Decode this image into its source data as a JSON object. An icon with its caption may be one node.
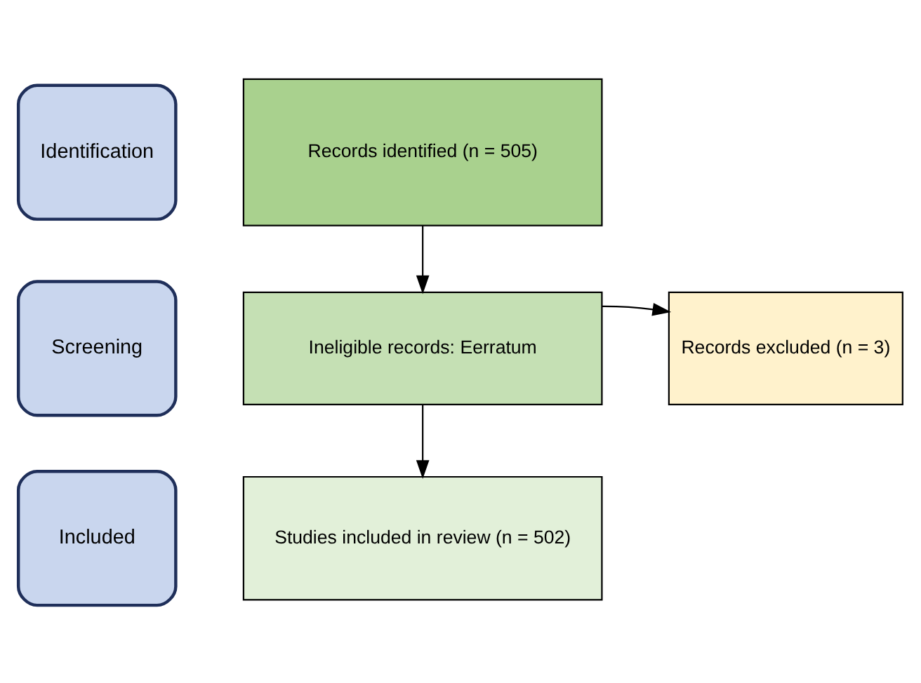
{
  "diagram": {
    "nodes": [
      {
        "text": [
          "Identification"
        ]
      },
      {
        "text": [
          "Records identified (n = 505)"
        ]
      },
      {
        "text": [
          "Screening"
        ]
      },
      {
        "text": [
          "Ineligible records: Eerratum"
        ]
      },
      {
        "text": [
          "Records excluded (n = 3)"
        ]
      },
      {
        "text": [
          "Included"
        ]
      },
      {
        "text": [
          "Studies included in review (n = 502)"
        ]
      }
    ],
    "edges": [
      {
        "from": 1,
        "to": 3,
        "arrow": "to"
      },
      {
        "from": 3,
        "to": 4,
        "arrow": "to"
      },
      {
        "from": 3,
        "to": 6,
        "arrow": "to"
      }
    ]
  }
}
